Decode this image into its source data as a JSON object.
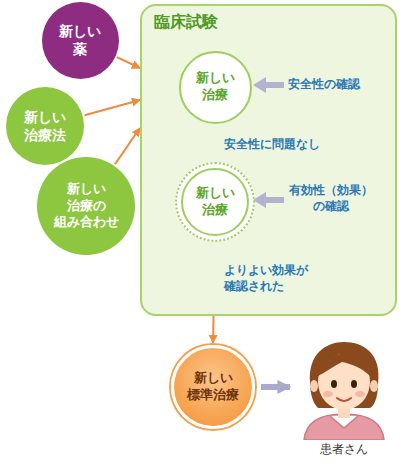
{
  "diagram": {
    "nodes": [
      {
        "text": [
          "新しい 薬"
        ]
      },
      {
        "text": [
          "新しい 治療法"
        ]
      },
      {
        "text": [
          "新しい 治療の 組み合わせ"
        ]
      },
      {
        "text": [
          "臨床試験"
        ]
      },
      {
        "text": [
          "新しい 治療"
        ],
        "in": 3
      },
      {
        "text": [
          "新しい 治療"
        ],
        "in": 3
      },
      {
        "text": [
          "新しい 標準治療"
        ]
      },
      {
        "text": [
          "患者さん"
        ]
      }
    ],
    "edges": [
      {
        "from": 0,
        "to": 3,
        "arrow": "to"
      },
      {
        "from": 1,
        "to": 3,
        "arrow": "to"
      },
      {
        "from": 2,
        "to": 3,
        "arrow": "to"
      },
      {
        "from": 4,
        "to": 5,
        "label": "安全性に問題なし",
        "arrow": "to"
      },
      {
        "from": 5,
        "to": 6,
        "label": "よりよい効果が 確認された",
        "arrow": "to"
      },
      {
        "from": 6,
        "to": 7,
        "arrow": "to"
      }
    ],
    "labels": [
      "安全性の確認",
      "有効性（効果） の確認"
    ]
  }
}
